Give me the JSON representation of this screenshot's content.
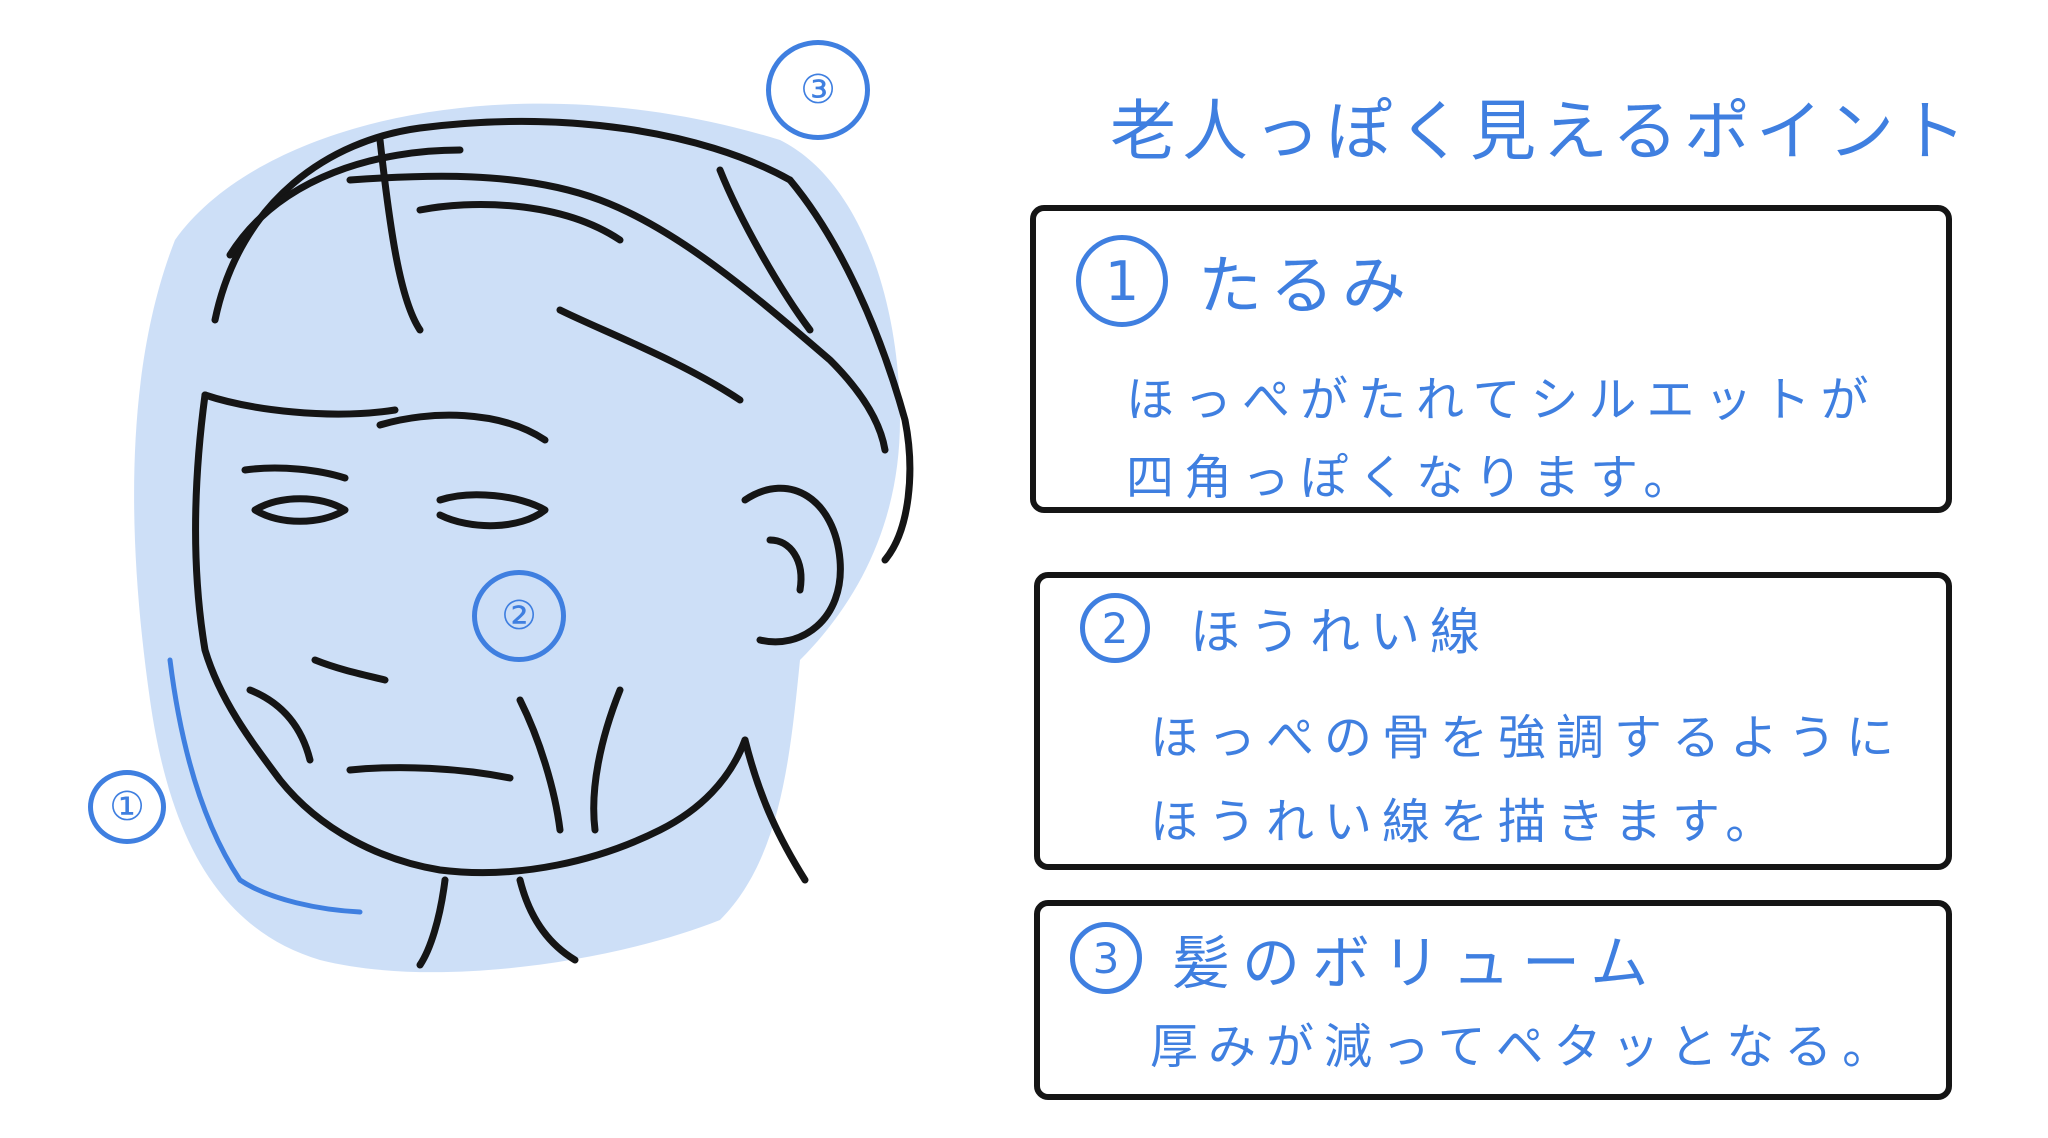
{
  "title": "老人っぽく見えるポイント",
  "colors": {
    "accent": "#3f7fe0",
    "ink": "#151515",
    "shading": "#c8dbf6"
  },
  "face_markers": [
    "①",
    "②",
    "③"
  ],
  "points": [
    {
      "number": "1",
      "heading": "たるみ",
      "lines": [
        "ほっぺがたれてシルエットが",
        "四角っぽくなります。"
      ]
    },
    {
      "number": "2",
      "heading": "ほうれい線",
      "lines": [
        "ほっぺの骨を強調するように",
        "ほうれい線を描きます。"
      ]
    },
    {
      "number": "3",
      "heading": "髪のボリューム",
      "lines": [
        "厚みが減ってペタッとなる。"
      ]
    }
  ]
}
